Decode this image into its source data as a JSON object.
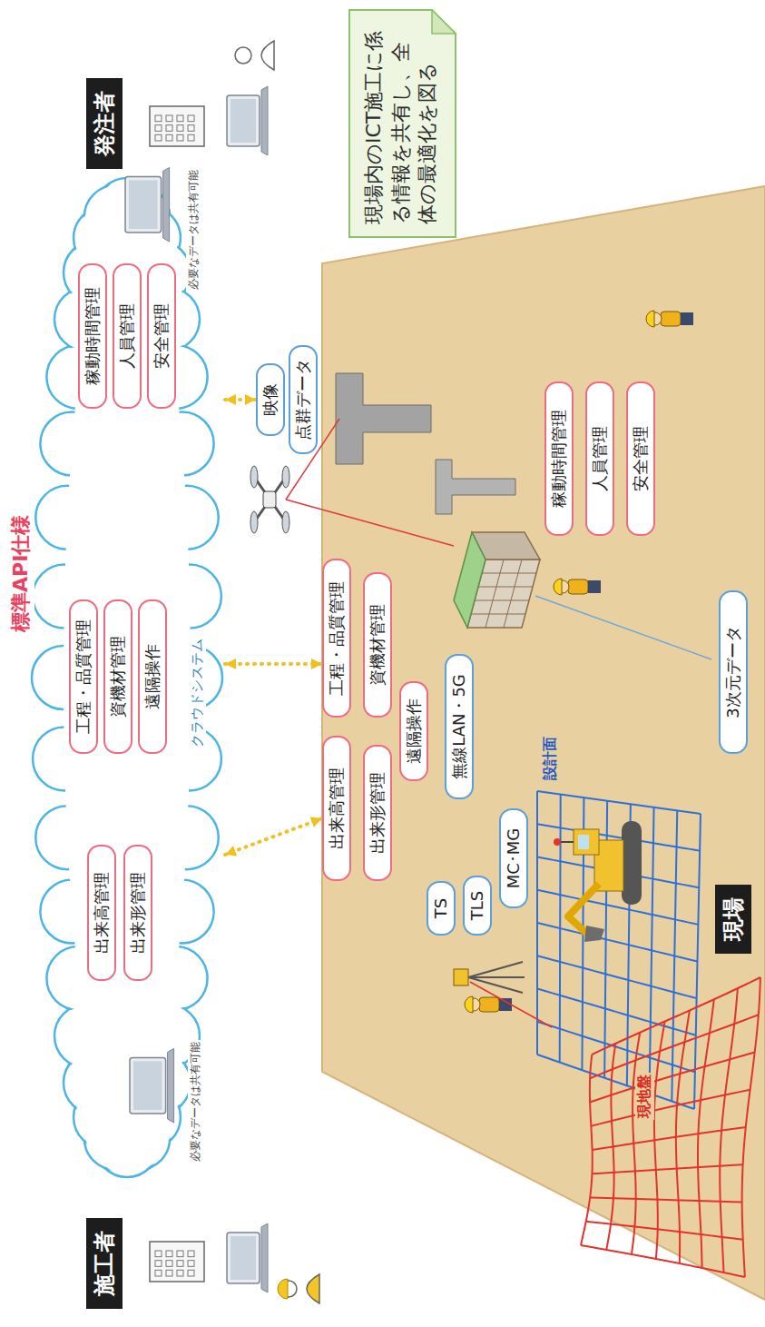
{
  "diagram": {
    "nodes": [
      {
        "text": [
          "施工者"
        ]
      },
      {
        "text": [
          "発注者"
        ]
      },
      {
        "text": [
          "標準API仕様",
          "クラウドシステム"
        ]
      },
      {
        "text": [
          "出来高管理"
        ],
        "in": 2
      },
      {
        "text": [
          "出来形管理"
        ],
        "in": 2
      },
      {
        "text": [
          "工程・品質管理"
        ],
        "in": 2
      },
      {
        "text": [
          "資機材管理"
        ],
        "in": 2
      },
      {
        "text": [
          "遠隔操作"
        ],
        "in": 2
      },
      {
        "text": [
          "稼動時間管理"
        ],
        "in": 2
      },
      {
        "text": [
          "人員管理"
        ],
        "in": 2
      },
      {
        "text": [
          "安全管理"
        ],
        "in": 2
      },
      {
        "text": [
          "映像"
        ]
      },
      {
        "text": [
          "点群データ"
        ]
      },
      {
        "text": [
          "現場内のICT施工に係る情報を共有し、全体の最適化を図る"
        ]
      },
      {
        "text": [
          "現場"
        ]
      },
      {
        "text": [
          "TS"
        ],
        "in": 14
      },
      {
        "text": [
          "TLS"
        ],
        "in": 14
      },
      {
        "text": [
          "MC･MG"
        ],
        "in": 14
      },
      {
        "text": [
          "出来高管理"
        ],
        "in": 14
      },
      {
        "text": [
          "出来形管理"
        ],
        "in": 14
      },
      {
        "text": [
          "遠隔操作"
        ],
        "in": 14
      },
      {
        "text": [
          "無線LAN・5G"
        ],
        "in": 14
      },
      {
        "text": [
          "工程・品質管理"
        ],
        "in": 14
      },
      {
        "text": [
          "資機材管理"
        ],
        "in": 14
      },
      {
        "text": [
          "稼動時間管理"
        ],
        "in": 14
      },
      {
        "text": [
          "人員管理"
        ],
        "in": 14
      },
      {
        "text": [
          "安全管理"
        ],
        "in": 14
      },
      {
        "text": [
          "3次元データ"
        ],
        "in": 14
      }
    ],
    "edges": [
      {
        "from": 2,
        "to": 18,
        "arrow": "both"
      },
      {
        "from": 2,
        "to": 22,
        "arrow": "both"
      },
      {
        "from": 2,
        "to": 11,
        "arrow": "both"
      }
    ],
    "labels": [
      "必要なデータは共有可能",
      "必要なデータは共有可能",
      "現地盤",
      "設計面"
    ]
  }
}
